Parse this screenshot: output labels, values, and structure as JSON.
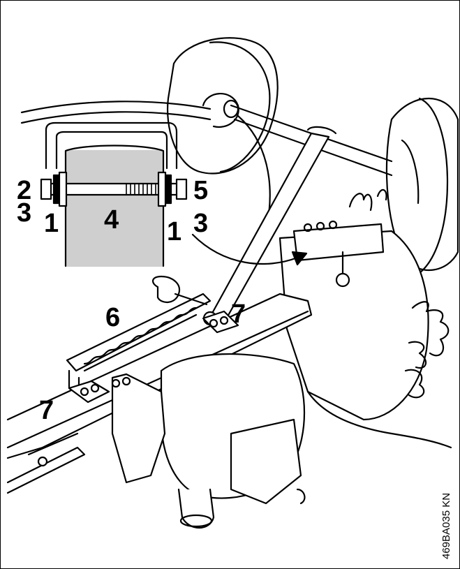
{
  "figure": {
    "reference_code": "469BA035 KN",
    "callouts": {
      "c1_left": "1",
      "c1_right": "1",
      "c2": "2",
      "c3_left": "3",
      "c3_right": "3",
      "c4": "4",
      "c5": "5",
      "c6": "6",
      "c7_right": "7",
      "c7_left": "7"
    }
  },
  "colors": {
    "line": "#000000",
    "background": "#ffffff",
    "inset_fill": "#cfcfcf"
  }
}
